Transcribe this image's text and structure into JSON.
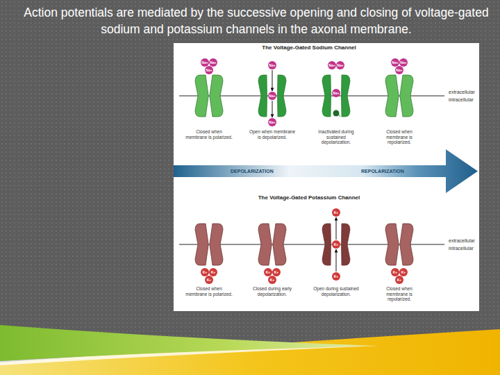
{
  "diagram": {
    "title": "Action potentials are mediated by the successive opening and closing of voltage-gated sodium and potassium channels in the axonal membrane.",
    "nodes": [
      {
        "text": [
          "Na+"
        ]
      },
      {
        "text": [
          "Na+"
        ]
      },
      {
        "text": [
          "Na+"
        ]
      },
      {
        "text": [
          "Na+"
        ]
      },
      {
        "text": [
          "Na+"
        ]
      },
      {
        "text": [
          "Na+"
        ]
      },
      {
        "text": [
          "Na+"
        ]
      },
      {
        "text": [
          "Na+"
        ]
      },
      {
        "text": [
          "Na+"
        ]
      },
      {
        "text": [
          "Na+"
        ]
      },
      {
        "text": [
          "Na+"
        ]
      },
      {
        "text": [
          "Na+"
        ]
      },
      {
        "text": [
          "DEPOLARIZATION",
          "REPOLARIZATION"
        ]
      },
      {
        "text": [
          "K+"
        ]
      },
      {
        "text": [
          "K+"
        ]
      },
      {
        "text": [
          "K+"
        ]
      },
      {
        "text": [
          "K+"
        ]
      },
      {
        "text": [
          "K+"
        ]
      },
      {
        "text": [
          "K+"
        ]
      },
      {
        "text": [
          "K+"
        ]
      },
      {
        "text": [
          "K+"
        ]
      },
      {
        "text": [
          "K+"
        ]
      },
      {
        "text": [
          "K+"
        ]
      },
      {
        "text": [
          "K+"
        ]
      },
      {
        "text": [
          "K+"
        ]
      }
    ],
    "edges": [
      {
        "from": 3,
        "to": 4,
        "arrow": "to"
      },
      {
        "from": 4,
        "to": 5,
        "arrow": "to"
      },
      {
        "from": 21,
        "to": 20,
        "arrow": "to"
      },
      {
        "from": 20,
        "to": 19,
        "arrow": "to"
      }
    ],
    "labels": [
      "The Voltage-Gated Sodium Channel",
      "extracellular",
      "intracellular",
      "Closed when membrane is polarized.",
      "Open when membrane is depolarized.",
      "Inactivated during sustained depolarization.",
      "Closed when membrane is repolarized.",
      "The Voltage-Gated Potassium Channel",
      "extracellular",
      "intracellular",
      "Closed when membrane is polarized.",
      "Closed during early depolarization.",
      "Open during sustained depolarization.",
      "Closed when membrane is repolarized."
    ]
  }
}
